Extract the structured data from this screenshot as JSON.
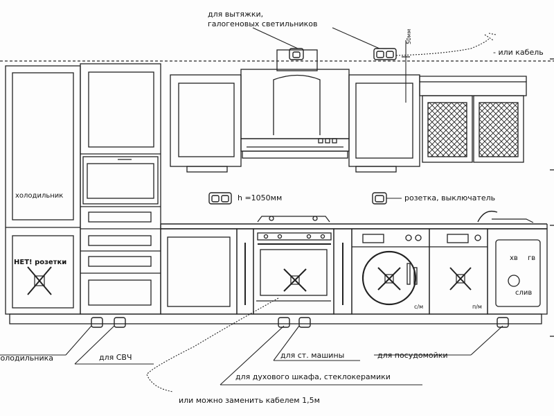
{
  "labels": {
    "hood_line1": "для вытяжки,",
    "hood_line2": "галогеновых светильников",
    "height_50": "50мм",
    "or_cable_top": "- или кабель",
    "fridge": "холодильник",
    "no_sockets": "НЕТ! розетки",
    "h_height": "h =1050мм",
    "socket_switch": "розетка, выключатель",
    "xv": "хв",
    "gv": "гв",
    "sliv": "слив",
    "sm": "с/м",
    "pm": "п/м",
    "for_fridge": "холодильника",
    "for_microwave": "для СВЧ",
    "for_washer": "для ст. машины",
    "for_dishwasher": "для посудомойки",
    "for_oven": "для духового шкафа, стеклокерамики",
    "or_cable_bottom": "или можно заменить кабелем 1,5м"
  }
}
